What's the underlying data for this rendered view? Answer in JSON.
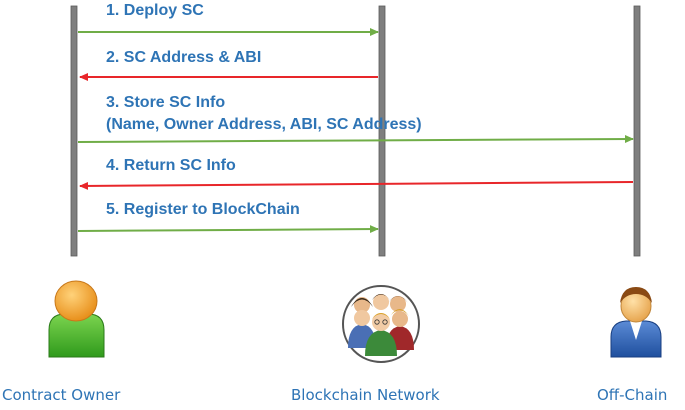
{
  "actors": [
    {
      "id": "contract-owner",
      "name": "Contract Owner",
      "icon": "user-icon"
    },
    {
      "id": "blockchain-network",
      "name": "Blockchain Network",
      "icon": "group-icon"
    },
    {
      "id": "off-chain",
      "name": "Off-Chain",
      "icon": "user-icon"
    }
  ],
  "messages": [
    {
      "label": "1. Deploy SC",
      "from": "contract-owner",
      "to": "blockchain-network",
      "color": "#70ad47"
    },
    {
      "label": "2. SC Address & ABI",
      "from": "blockchain-network",
      "to": "contract-owner",
      "color": "#e8262a"
    },
    {
      "label": "3. Store SC Info",
      "label_line2": "(Name, Owner Address, ABI,  SC Address)",
      "from": "contract-owner",
      "to": "off-chain",
      "color": "#70ad47"
    },
    {
      "label": "4. Return SC Info",
      "from": "off-chain",
      "to": "contract-owner",
      "color": "#e8262a"
    },
    {
      "label": "5. Register to BlockChain",
      "from": "contract-owner",
      "to": "blockchain-network",
      "color": "#70ad47"
    }
  ],
  "colors": {
    "lifeline": "#7f7f7f",
    "label_text": "#2e74b5",
    "request_arrow": "#70ad47",
    "response_arrow": "#e8262a"
  }
}
